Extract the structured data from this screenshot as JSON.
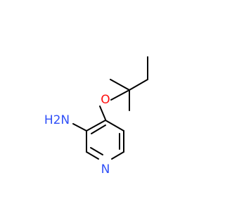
{
  "molecule": {
    "labels": {
      "oxygen": "O",
      "amine": "H2N",
      "ring_nitrogen": "N"
    },
    "colors": {
      "oxygen": "#ff0d0d",
      "nitrogen": "#3050f8",
      "bond": "#000000"
    }
  }
}
